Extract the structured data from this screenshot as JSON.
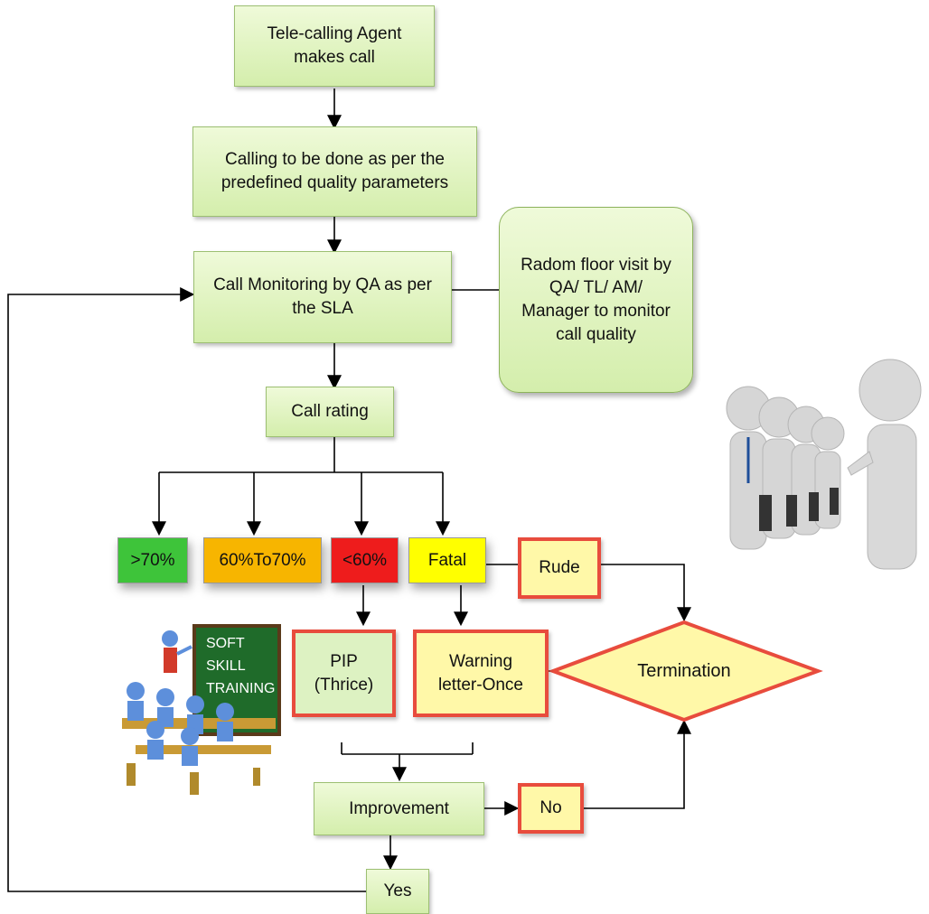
{
  "nodes": {
    "agent_call": "Tele-calling Agent makes call",
    "calling_params": "Calling to be done as per the predefined quality parameters",
    "call_monitoring": "Call Monitoring by QA as per the SLA",
    "floor_visit": "Radom floor visit by QA/ TL/ AM/ Manager to monitor call quality",
    "call_rating": "Call rating",
    "above_70": ">70%",
    "between_60_70": "60%To70%",
    "below_60": "<60%",
    "fatal": "Fatal",
    "rude": "Rude",
    "pip": "PIP (Thrice)",
    "warning": "Warning letter-Once",
    "termination": "Termination",
    "improvement": "Improvement",
    "no": "No",
    "yes": "Yes"
  },
  "illustration": {
    "board_line1": "SOFT",
    "board_line2": "SKILL",
    "board_line3": "TRAINING"
  },
  "colors": {
    "green_box": "#d9f0b4",
    "above_70": "#3ec43a",
    "between_60_70": "#f7b500",
    "below_60": "#ee1c1c",
    "fatal": "#ffff00",
    "yellow_box": "#fff8a8",
    "red_border": "#e84c3d",
    "board": "#1f6b2a"
  }
}
